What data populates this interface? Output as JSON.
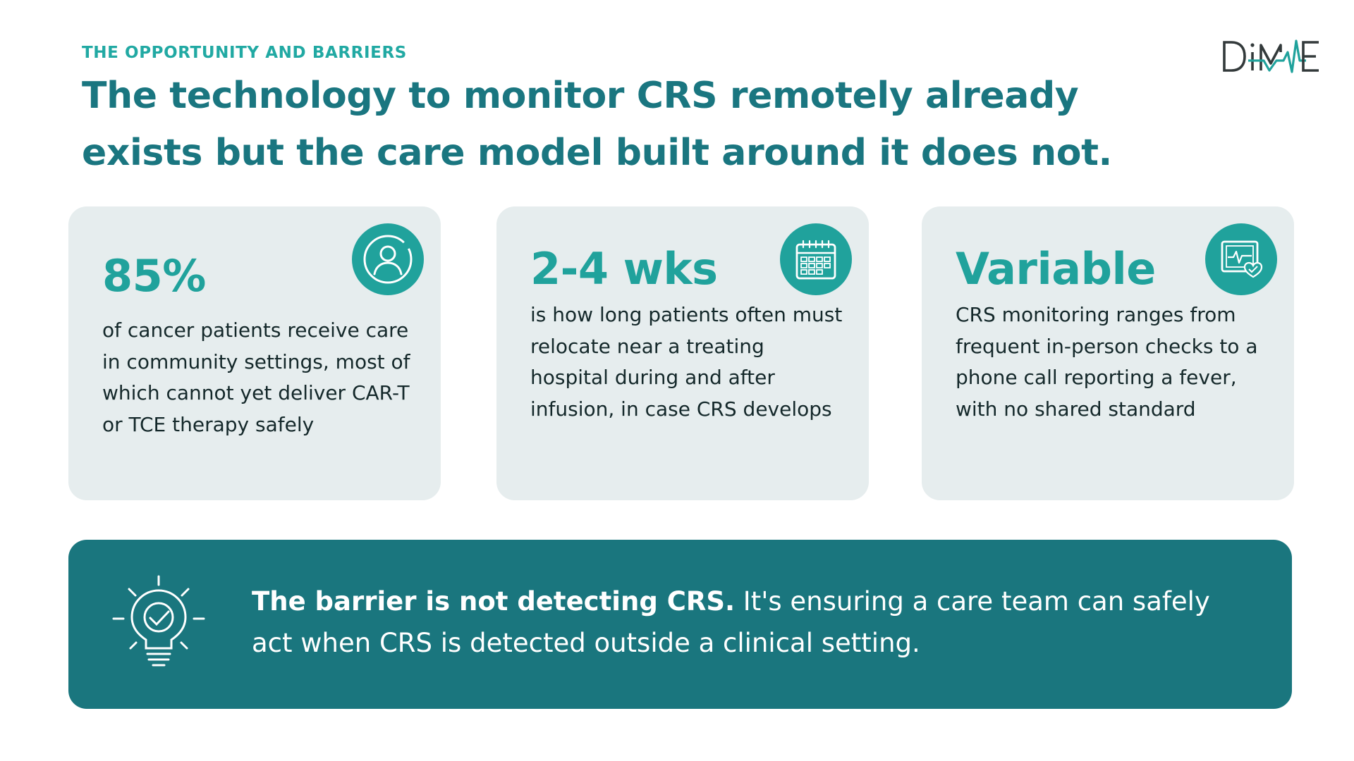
{
  "header": {
    "eyebrow": "THE OPPORTUNITY AND BARRIERS",
    "title": "The technology to monitor CRS remotely already exists but the care model built around it does not.",
    "logo_text": "DiMe"
  },
  "cards": [
    {
      "stat": "85%",
      "text": "of cancer patients receive care in community settings, most of which cannot yet deliver CAR-T or TCE therapy safely",
      "icon": "person-icon"
    },
    {
      "stat": "2-4 wks",
      "text": "is how long patients often must relocate near a treating hospital during and after infusion, in case CRS develops",
      "icon": "calendar-icon"
    },
    {
      "stat": "Variable",
      "text": "CRS monitoring ranges from frequent in-person checks to a phone call reporting a fever, with no shared standard",
      "icon": "heart-monitor-icon"
    }
  ],
  "banner": {
    "bold": "The barrier is not detecting CRS.",
    "rest": " It's ensuring a care team can safely act when CRS is detected outside a clinical setting.",
    "icon": "lightbulb-check-icon"
  },
  "colors": {
    "teal_dark": "#1a767e",
    "teal": "#20a29c",
    "eyebrow": "#21a9a3",
    "card_bg": "#e6edee"
  }
}
